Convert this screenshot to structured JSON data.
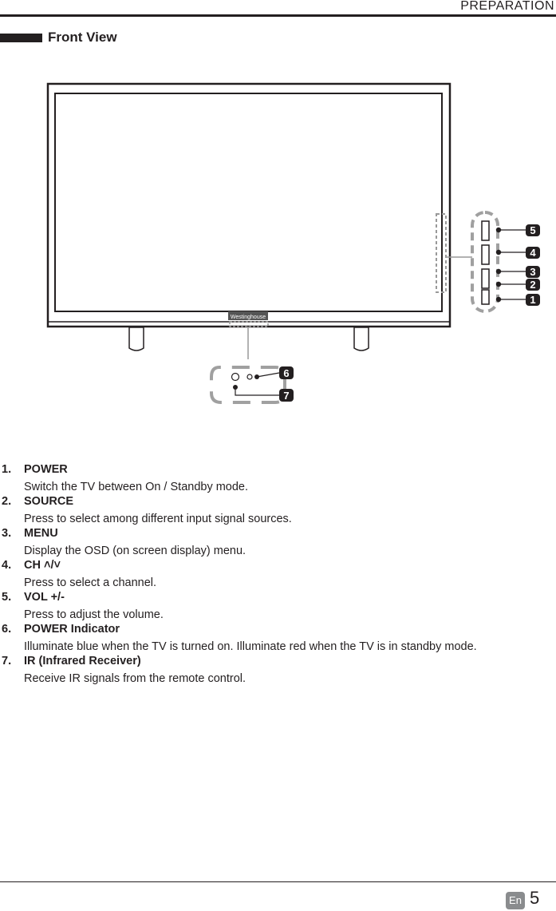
{
  "header": {
    "section": "PREPARATION"
  },
  "heading": {
    "title": "Front View"
  },
  "figure": {
    "brand": "Westinghouse",
    "callouts": [
      "1",
      "2",
      "3",
      "4",
      "5",
      "6",
      "7"
    ]
  },
  "items": [
    {
      "num": "1.",
      "title": "POWER",
      "desc": "Switch the TV between On / Standby mode."
    },
    {
      "num": "2.",
      "title": "SOURCE",
      "desc": "Press to select among different input signal sources."
    },
    {
      "num": "3.",
      "title": "MENU",
      "desc": "Display the OSD (on screen display) menu."
    },
    {
      "num": "4.",
      "title": "CH ˄/˅",
      "desc": "Press to select a channel."
    },
    {
      "num": "5.",
      "title": "VOL +/-",
      "desc": "Press to adjust the volume."
    },
    {
      "num": "6.",
      "title": "POWER Indicator",
      "desc": "Illuminate blue when the TV is turned on. Illuminate red when the TV is in standby mode."
    },
    {
      "num": "7.",
      "title": "IR (Infrared Receiver)",
      "desc": "Receive IR signals from the remote control."
    }
  ],
  "footer": {
    "lang": "En",
    "page": "5"
  }
}
